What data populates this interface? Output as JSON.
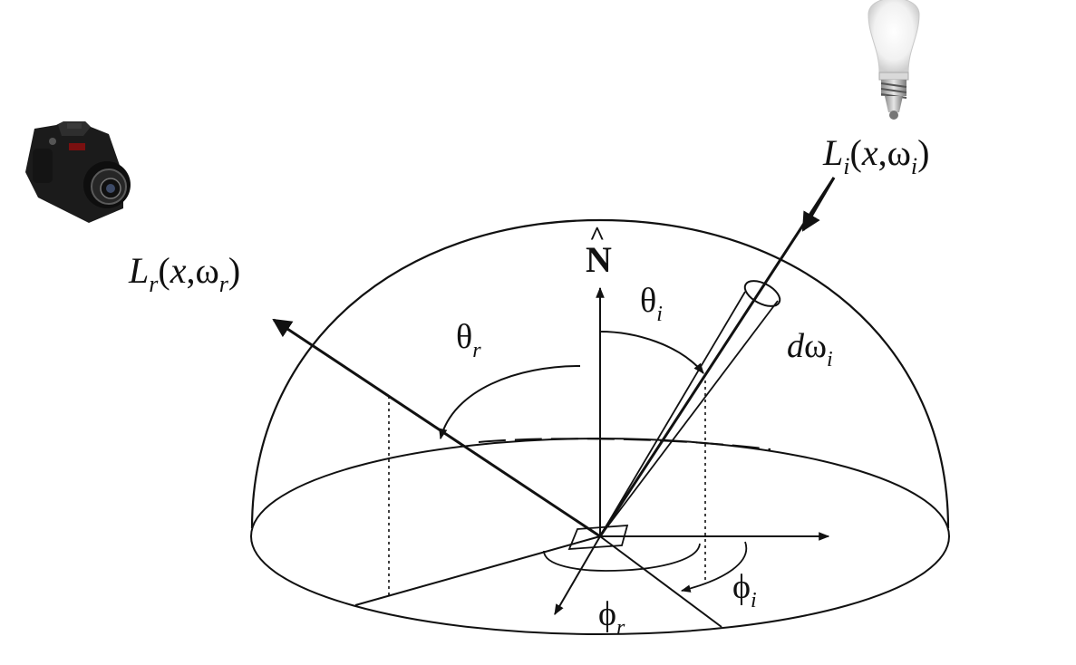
{
  "diagram": {
    "labels": {
      "normal": "N",
      "normal_hat": "^",
      "incident_radiance": {
        "symbol": "L",
        "sub": "i",
        "args_open": "(",
        "x": "x",
        "comma": ",",
        "omega": "ω",
        "omega_sub": "i",
        "args_close": ")"
      },
      "reflected_radiance": {
        "symbol": "L",
        "sub": "r",
        "args_open": "(",
        "x": "x",
        "comma": ",",
        "omega": "ω",
        "omega_sub": "r",
        "args_close": ")"
      },
      "theta_i": {
        "symbol": "θ",
        "sub": "i"
      },
      "theta_r": {
        "symbol": "θ",
        "sub": "r"
      },
      "phi_i": {
        "symbol": "ϕ",
        "sub": "i"
      },
      "phi_r": {
        "symbol": "ϕ",
        "sub": "r"
      },
      "solid_angle": {
        "d": "d",
        "omega": "ω",
        "sub": "i"
      }
    },
    "icons": {
      "camera": "camera-icon",
      "light": "light-bulb-icon"
    },
    "colors": {
      "ink": "#111111",
      "background": "#ffffff"
    }
  }
}
